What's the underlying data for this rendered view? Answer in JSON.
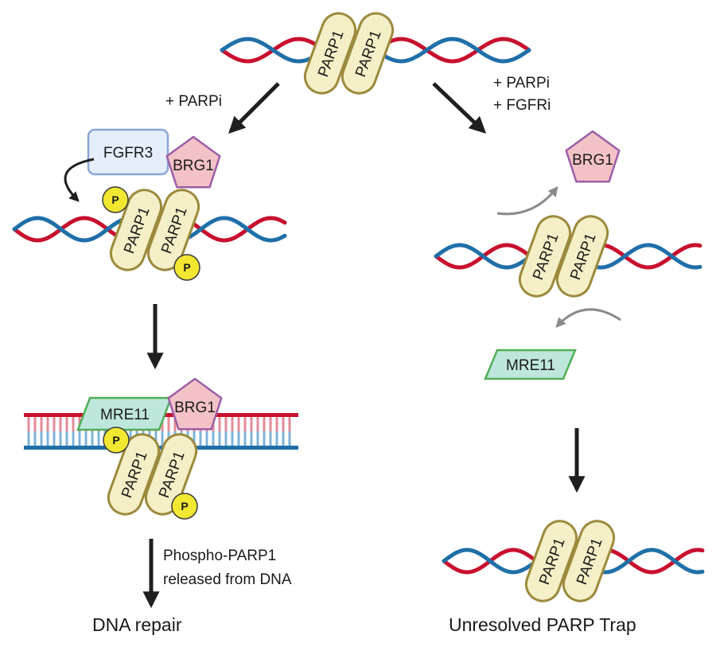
{
  "labels": {
    "parp1": "PARP1",
    "brg1": "BRG1",
    "fgfr3": "FGFR3",
    "mre11": "MRE11",
    "phospho": "P"
  },
  "left_branch": {
    "treatment": "+ PARPi",
    "release_line1": "Phospho-PARP1",
    "release_line2": "released from DNA",
    "outcome": "DNA repair"
  },
  "right_branch": {
    "treatment_line1": "+ PARPi",
    "treatment_line2": "+ FGFRi",
    "outcome": "Unresolved PARP Trap"
  },
  "colors": {
    "dna_red": "#c8102e",
    "dna_blue": "#1f6fa8",
    "parp_fill": "#f4efc6",
    "parp_stroke": "#9c8a3c",
    "brg1_fill": "#f4c2c6",
    "brg1_stroke": "#9b5ea7",
    "fgfr3_fill": "#e6eefb",
    "fgfr3_stroke": "#8aa6d6",
    "mre11_fill": "#bfe6dc",
    "mre11_stroke": "#4faf56",
    "phospho_fill": "#f2e832",
    "arrow_dark": "#1f1f1f",
    "arrow_gray": "#8a8a8a"
  }
}
